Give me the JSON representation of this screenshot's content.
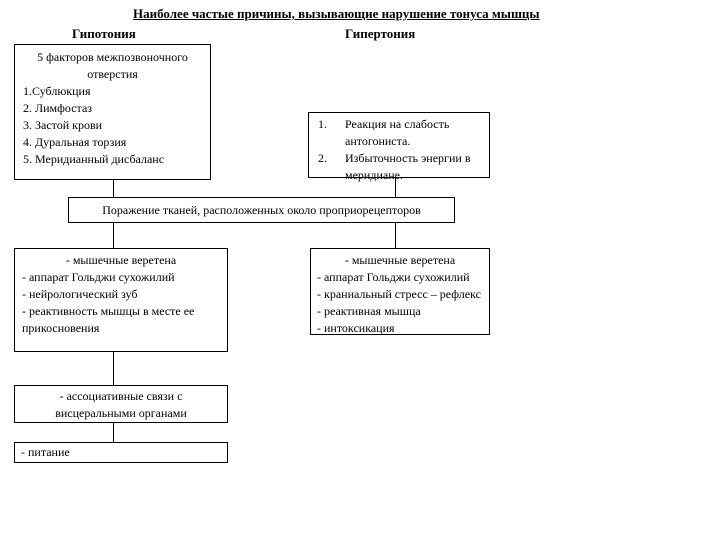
{
  "title": "Наиболее частые причины, вызывающие нарушение тонуса мышцы",
  "headings": {
    "left": "Гипотония",
    "right": "Гипертония"
  },
  "boxes": {
    "hypo_factors": {
      "heading": "5 факторов межпозвоночного отверстия",
      "items": [
        "1.Сублюкция",
        "2. Лимфостаз",
        "3. Застой крови",
        "4. Дуральная торзия",
        "5. Меридианный дисбаланс"
      ]
    },
    "hyper_causes": {
      "items": [
        {
          "num": "1.",
          "text": "Реакция на слабость антогониста."
        },
        {
          "num": "2.",
          "text": "Избыточность энергии в меридиане."
        }
      ]
    },
    "middle": {
      "text": "Поражение тканей, расположенных около проприорецепторов"
    },
    "hypo_detail": {
      "first": "- мышечные веретена",
      "items": [
        "- аппарат Гольджи сухожилий",
        "- нейрологический зуб",
        "- реактивность мышцы в месте ее прикосновения"
      ]
    },
    "hyper_detail": {
      "first": "- мышечные веретена",
      "items": [
        "- аппарат Гольджи сухожилий",
        "- краниальный стресс – рефлекс",
        "- реактивная мышца",
        "- интоксикация"
      ]
    },
    "associative": {
      "text": "- ассоциативные связи с висцеральными органами"
    },
    "nutrition": {
      "text": "- питание"
    }
  },
  "colors": {
    "background": "#ffffff",
    "text": "#000000",
    "border": "#000000"
  }
}
